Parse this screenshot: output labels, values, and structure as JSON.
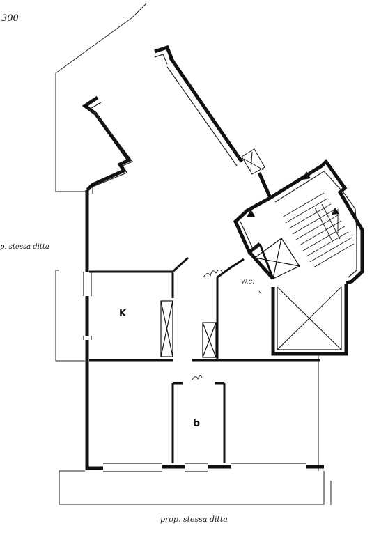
{
  "drawing": {
    "scale_label": "300",
    "room_labels": {
      "kitchen": "K",
      "bathroom": "b",
      "wc": "w.c."
    },
    "annotations": {
      "left_neighbour": "p. stessa ditta",
      "bottom_neighbour": "prop. stessa ditta"
    }
  },
  "colors": {
    "ink": "#111111",
    "paper": "#ffffff"
  }
}
